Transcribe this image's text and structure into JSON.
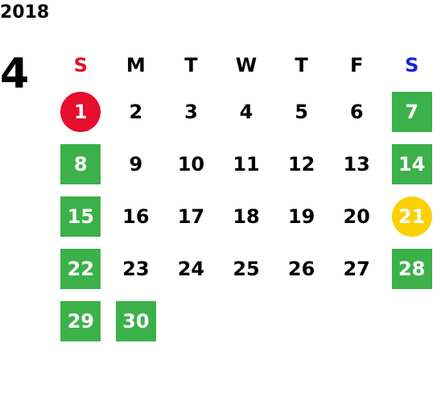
{
  "calendar": {
    "year": "2018",
    "month": "4",
    "weekdays": [
      "S",
      "M",
      "T",
      "W",
      "T",
      "F",
      "S"
    ],
    "weeks": [
      [
        {
          "day": "1",
          "style": "special-red"
        },
        {
          "day": "2",
          "style": "plain"
        },
        {
          "day": "3",
          "style": "plain"
        },
        {
          "day": "4",
          "style": "plain"
        },
        {
          "day": "5",
          "style": "plain"
        },
        {
          "day": "6",
          "style": "plain"
        },
        {
          "day": "7",
          "style": "holiday"
        }
      ],
      [
        {
          "day": "8",
          "style": "holiday"
        },
        {
          "day": "9",
          "style": "plain"
        },
        {
          "day": "10",
          "style": "plain"
        },
        {
          "day": "11",
          "style": "plain"
        },
        {
          "day": "12",
          "style": "plain"
        },
        {
          "day": "13",
          "style": "plain"
        },
        {
          "day": "14",
          "style": "holiday"
        }
      ],
      [
        {
          "day": "15",
          "style": "holiday"
        },
        {
          "day": "16",
          "style": "plain"
        },
        {
          "day": "17",
          "style": "plain"
        },
        {
          "day": "18",
          "style": "plain"
        },
        {
          "day": "19",
          "style": "plain"
        },
        {
          "day": "20",
          "style": "plain"
        },
        {
          "day": "21",
          "style": "special-yellow"
        }
      ],
      [
        {
          "day": "22",
          "style": "holiday"
        },
        {
          "day": "23",
          "style": "plain"
        },
        {
          "day": "24",
          "style": "plain"
        },
        {
          "day": "25",
          "style": "plain"
        },
        {
          "day": "26",
          "style": "plain"
        },
        {
          "day": "27",
          "style": "plain"
        },
        {
          "day": "28",
          "style": "holiday"
        }
      ],
      [
        {
          "day": "29",
          "style": "holiday"
        },
        {
          "day": "30",
          "style": "holiday"
        },
        {
          "day": "",
          "style": "empty"
        },
        {
          "day": "",
          "style": "empty"
        },
        {
          "day": "",
          "style": "empty"
        },
        {
          "day": "",
          "style": "empty"
        },
        {
          "day": "",
          "style": "empty"
        }
      ]
    ]
  },
  "colors": {
    "holiday_green": "#3cb14a",
    "highlight_red": "#e60f2d",
    "highlight_yellow": "#fbd006",
    "sunday_header": "#e60f2d",
    "saturday_header": "#1a25d8"
  }
}
